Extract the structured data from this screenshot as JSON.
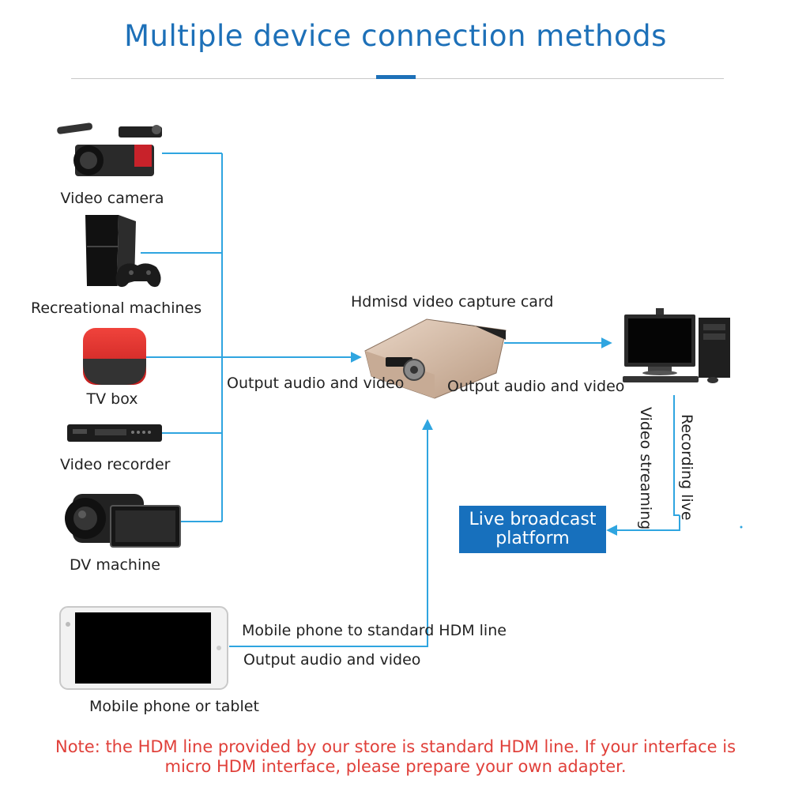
{
  "title": "Multiple device connection methods",
  "devices": {
    "video_camera": "Video camera",
    "recreational_machines": "Recreational machines",
    "tv_box": "TV box",
    "video_recorder": "Video recorder",
    "dv_machine": "DV machine",
    "mobile_tablet": "Mobile phone or tablet"
  },
  "capture_card": {
    "label": "Hdmisd video capture card"
  },
  "flow_labels": {
    "input_output": "Output audio and video",
    "card_output": "Output audio and video",
    "mobile_line": "Mobile phone to standard HDM line",
    "mobile_output": "Output audio and video",
    "video_streaming": "Video streaming",
    "recording_live": "Recording live"
  },
  "broadcast": {
    "line1": "Live broadcast",
    "line2": "platform"
  },
  "note": {
    "line1": "Note: the HDM line provided by our store is standard HDM line. If your interface is",
    "line2": "micro HDM interface, please prepare your own adapter."
  },
  "colors": {
    "accent": "#1d70b8",
    "line": "#2fa5e0",
    "note": "#e0403a"
  }
}
